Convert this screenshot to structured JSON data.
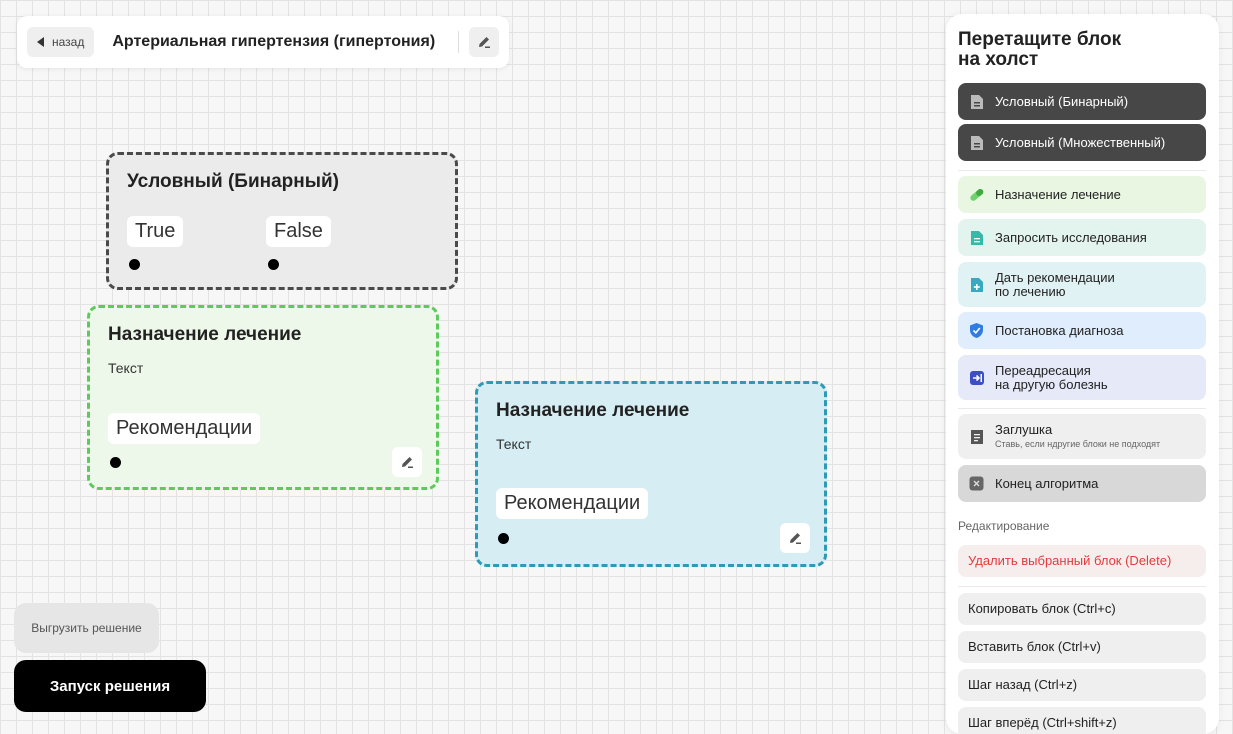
{
  "header": {
    "back_label": "назад",
    "title": "Артериальная гипертензия (гипертония)"
  },
  "canvas": {
    "binary_block": {
      "title": "Условный (Бинарный)",
      "true_label": "True",
      "false_label": "False"
    },
    "treatment_block_1": {
      "title": "Назначение лечение",
      "text": "Текст",
      "output_label": "Рекомендации"
    },
    "treatment_block_2": {
      "title": "Назначение лечение",
      "text": "Текст",
      "output_label": "Рекомендации"
    }
  },
  "bottom": {
    "export_label": "Выгрузить решение",
    "run_label": "Запуск решения"
  },
  "panel": {
    "title_line1": "Перетащите блок",
    "title_line2": "на холст",
    "blocks": [
      {
        "label": "Условный (Бинарный)",
        "icon": "document-icon"
      },
      {
        "label": "Условный (Множественный)",
        "icon": "document-icon"
      },
      {
        "label": "Назначение лечение",
        "icon": "pill-icon"
      },
      {
        "label": "Запросить исследования",
        "icon": "document-lines-icon"
      },
      {
        "label_line1": "Дать рекомендации",
        "label_line2": "по лечению",
        "icon": "document-plus-icon"
      },
      {
        "label": "Постановка диагноза",
        "icon": "shield-check-icon"
      },
      {
        "label_line1": "Переадресация",
        "label_line2": "на другую болезнь",
        "icon": "redirect-icon"
      },
      {
        "label": "Заглушка",
        "hint": "Ставь, если ндругие блоки не подходят",
        "icon": "placeholder-icon"
      },
      {
        "label": "Конец алгоритма",
        "icon": "close-box-icon"
      }
    ],
    "edit_section": "Редактирование",
    "actions": {
      "delete": "Удалить выбранный блок (Delete)",
      "copy": "Копировать блок (Ctrl+c)",
      "paste": "Вставить блок (Ctrl+v)",
      "undo": "Шаг назад (Ctrl+z)",
      "redo": "Шаг вперёд (Ctrl+shift+z)"
    }
  },
  "colors": {
    "binary_border": "#4a4a4a",
    "treatment1_border": "#5ccb5c",
    "treatment2_border": "#2e9ab3",
    "danger_text": "#e23c3c"
  }
}
